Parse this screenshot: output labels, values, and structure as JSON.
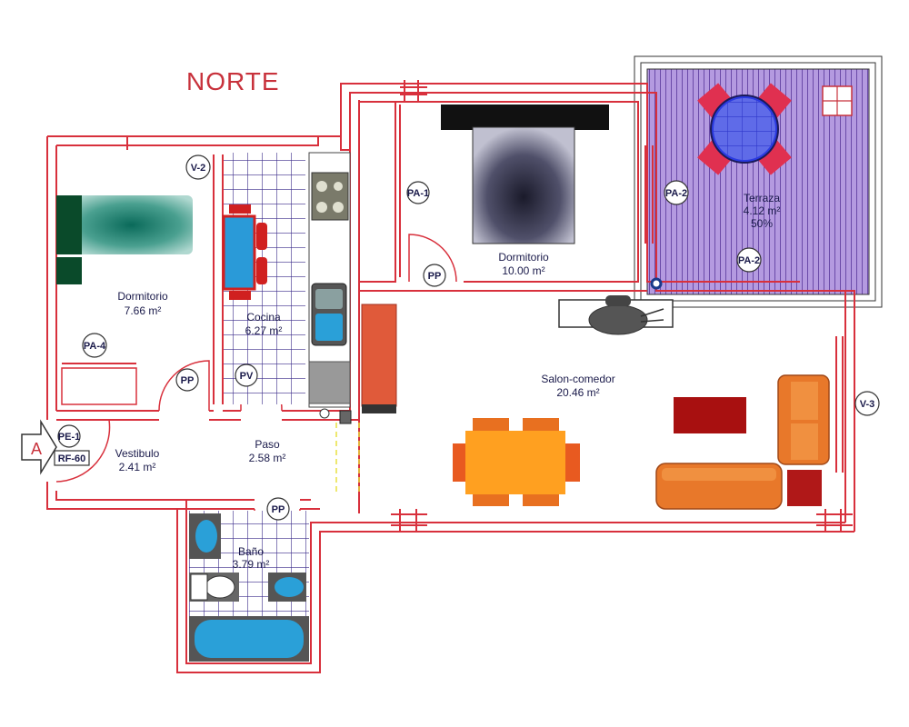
{
  "orientation_label": "NORTE",
  "rooms": [
    {
      "id": "dormitorio-1",
      "name": "Dormitorio",
      "area": "7.66 m²"
    },
    {
      "id": "cocina",
      "name": "Cocina",
      "area": "6.27 m²"
    },
    {
      "id": "dormitorio-2",
      "name": "Dormitorio",
      "area": "10.00 m²"
    },
    {
      "id": "terraza",
      "name": "Terraza",
      "area": "4.12 m²",
      "extra": "50%"
    },
    {
      "id": "salon-comedor",
      "name": "Salon-comedor",
      "area": "20.46 m²"
    },
    {
      "id": "vestibulo",
      "name": "Vestibulo",
      "area": "2.41 m²"
    },
    {
      "id": "paso",
      "name": "Paso",
      "area": "2.58 m²"
    },
    {
      "id": "bano",
      "name": "Baño",
      "area": "3.79 m²"
    }
  ],
  "tags": {
    "v2": "V-2",
    "v3": "V-3",
    "pa1": "PA-1",
    "pa2a": "PA-2",
    "pa2b": "PA-2",
    "pa4": "PA-4",
    "pe1": "PE-1",
    "rf60": "RF-60",
    "entry": "A",
    "pp1": "PP",
    "pp2": "PP",
    "pp3": "PP",
    "pv": "PV"
  },
  "colors": {
    "walls": "#d8303c",
    "terrace_floor": "#8c64c8",
    "tile_grid": "#3a2a8a",
    "fixture_blue": "#2aa0d8",
    "sofa_orange": "#e8782a",
    "dining_orange": "#ffa020",
    "rug_red": "#a01010",
    "bed_dark": "#1a1a1a"
  }
}
